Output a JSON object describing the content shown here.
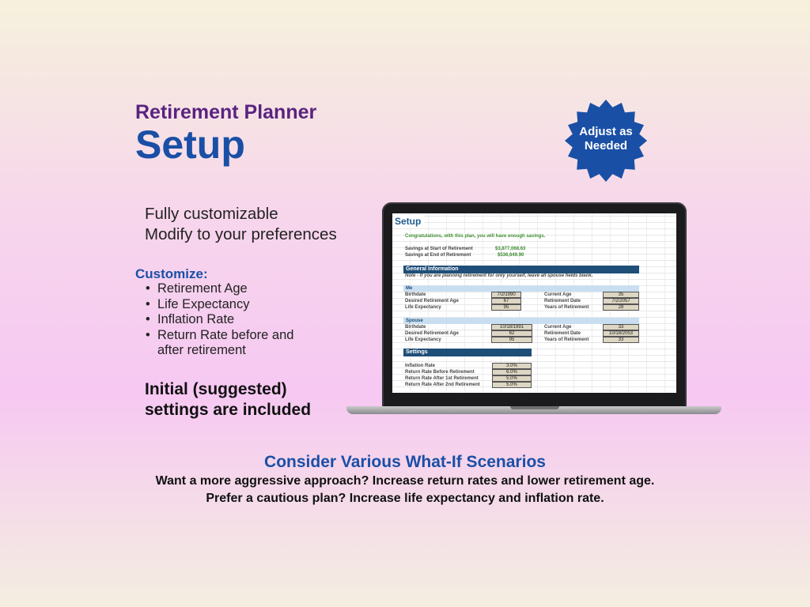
{
  "header": {
    "subtitle": "Retirement Planner",
    "title": "Setup",
    "badge": "Adjust as\nNeeded",
    "badge_color": "#1a4fa6"
  },
  "intro": {
    "line1": "Fully customizable",
    "line2": "Modify to your preferences"
  },
  "customize": {
    "heading": "Customize:",
    "items": [
      "Retirement Age",
      "Life Expectancy",
      "Inflation Rate",
      "Return Rate before and after retirement"
    ]
  },
  "initial": "Initial (suggested) settings are included",
  "scenarios": {
    "title": "Consider Various What-If Scenarios",
    "line1": "Want a more aggressive approach?  Increase return rates and lower retirement age.",
    "line2": "Prefer a cautious plan?  Increase life expectancy and inflation rate."
  },
  "sheet": {
    "title": "Setup",
    "congrats": "Congratulations, with this plan, you will have enough savings.",
    "savings_start_label": "Savings at Start of Retirement",
    "savings_start_value": "$3,877,068.63",
    "savings_end_label": "Savings at End of Retirement",
    "savings_end_value": "$536,649.90",
    "general_header": "General Information",
    "note": "Note - If you are planning retirement for only yourself, leave all spouse fields blank.",
    "me": {
      "label": "Me",
      "birthdate_label": "Birthdate",
      "birthdate": "7/2/1990",
      "desired_age_label": "Desired Retirement Age",
      "desired_age": "67",
      "life_exp_label": "Life Expectancy",
      "life_exp": "95",
      "current_age_label": "Current Age",
      "current_age": "35",
      "ret_date_label": "Retirement Date",
      "ret_date": "7/2/2057",
      "years_label": "Years of Retirement",
      "years": "28"
    },
    "spouse": {
      "label": "Spouse",
      "birthdate_label": "Birthdate",
      "birthdate": "10/18/1991",
      "desired_age_label": "Desired Retirement Age",
      "desired_age": "62",
      "life_exp_label": "Life Expectancy",
      "life_exp": "95",
      "current_age_label": "Current Age",
      "current_age": "33",
      "ret_date_label": "Retirement Date",
      "ret_date": "10/18/2053",
      "years_label": "Years of Retirement",
      "years": "33"
    },
    "settings_header": "Settings",
    "settings": [
      {
        "label": "Inflation Rate",
        "value": "3.0%"
      },
      {
        "label": "Return Rate Before Retirement",
        "value": "6.0%"
      },
      {
        "label": "Return Rate After 1st Retirement",
        "value": "5.0%"
      },
      {
        "label": "Return Rate After 2nd Retirement",
        "value": "5.0%"
      }
    ]
  }
}
